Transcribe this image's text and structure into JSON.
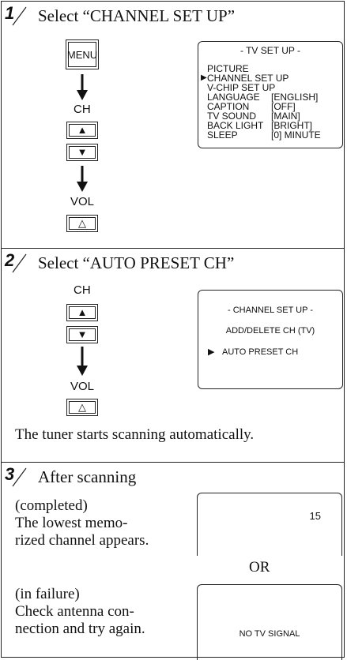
{
  "steps": [
    {
      "number": "1",
      "title": "Select “CHANNEL SET UP”"
    },
    {
      "number": "2",
      "title": "Select “AUTO PRESET CH”"
    },
    {
      "number": "3",
      "title": "After scanning"
    }
  ],
  "keys": {
    "menu": "MENU",
    "ch": "CH",
    "vol": "VOL",
    "up_glyph": "▲",
    "down_glyph": "▼",
    "vol_up_glyph": "△"
  },
  "tv_setup_menu": {
    "heading": "- TV SET UP -",
    "cursor": "▶",
    "items": [
      {
        "label": "PICTURE",
        "value": ""
      },
      {
        "label": "CHANNEL SET UP",
        "value": ""
      },
      {
        "label": "V-CHIP SET UP",
        "value": ""
      },
      {
        "label": "LANGUAGE",
        "value": "[ENGLISH]"
      },
      {
        "label": "CAPTION",
        "value": "[OFF]"
      },
      {
        "label": "TV SOUND",
        "value": "[MAIN]"
      },
      {
        "label": "BACK LIGHT",
        "value": "[BRIGHT]"
      },
      {
        "label": "SLEEP",
        "value": "[0] MINUTE"
      }
    ]
  },
  "channel_setup_menu": {
    "heading": "- CHANNEL SET UP -",
    "items": [
      "ADD/DELETE CH (TV)",
      "AUTO PRESET CH"
    ],
    "cursor": "▶"
  },
  "step2_note": "The tuner starts scanning automatically.",
  "step3": {
    "completed_label": "(completed)",
    "completed_text": [
      "The lowest memo-",
      "rized channel appears."
    ],
    "completed_channel": "15",
    "or_text": "OR",
    "failure_label": "(in failure)",
    "failure_text": [
      "Check antenna con-",
      "nection and try again."
    ],
    "failure_screen": "NO TV SIGNAL"
  }
}
